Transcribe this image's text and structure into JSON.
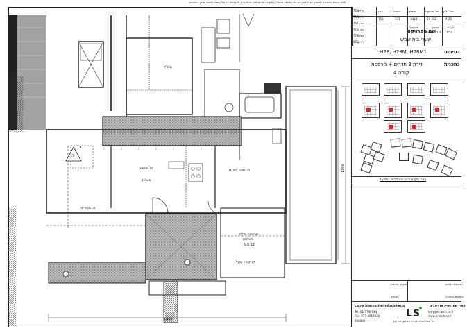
{
  "sheet": {
    "top_note": "לפני הגשת התוכנית לביצוע יש לבדוק את כל המידות באתר; במקרה של סתירה יש להודיע לאדריכל — חל איסור למדוד מתוך השרטוט"
  },
  "plan_labels": {
    "room_top": "ממ\"ד",
    "room_main": "ח. מגורים",
    "kitchen": "קו' מטבח",
    "kitchen2": "מטבח",
    "bedroom": "ח. שינה הורים",
    "balcony_label": "מרפסת מילוי",
    "balcony_sub": "בטיחות",
    "balcony_val": "5.0.12",
    "rail": "קו קירוי מעל",
    "dim_bottom": "1096",
    "dim_right": "1000",
    "marker_num": "15"
  },
  "title_block": {
    "header_cols": [
      "מס' גליון",
      "מס' פרויקט",
      "נספח",
      "תוכנית",
      "בניין"
    ],
    "header_vals": [
      "M-25",
      "04-282",
      "34281",
      "131",
      "753"
    ],
    "scale_label": "קנ\"מ",
    "scale_val": "1:50",
    "date_label": "תאריך",
    "date_val": "23/07/2020",
    "rev_label": "מהדורה",
    "rev_val": "5",
    "rows": [
      {
        "name": "פ'ייק",
        "code": "753"
      },
      {
        "name": "א'-ת'",
        "code": "756"
      },
      {
        "name": "ניכון",
        "code": "757"
      },
      {
        "name": "אב",
        "code": "773"
      },
      {
        "name": "אלול",
        "code": "774"
      },
      {
        "name": "ד'ייק",
        "code": "803"
      }
    ],
    "project_label": "שם הפרויקט",
    "project_name": "שערי בית שמש",
    "type_label": "טיפוס:",
    "type_val": "H28, H28M, H28M1",
    "plan_label": "תכנית:",
    "plan_val": "דירת 3 חדרים + מרפסת",
    "floor_val": "קומה 4",
    "note_link": "ראה מקרא והערות כלליות בגליון 1",
    "sign_date": "תאריך חתימה:",
    "sign_date2": "תאריך:",
    "sign_owner": "חתימת הרוכש:",
    "sign_company": "חתימת החברה:",
    "firm_en": "Larry Sternschein-Architects",
    "firm_he": "לארי שטרנשיין אדריכלים",
    "tel": "Tel. 02-5792044",
    "fax": "Fax. 077-4012022",
    "email": "larry@ls-arch.co.il",
    "web": "www.ls-arch.co.il",
    "addr": "רח' המלאכה, קריית המדע, מודיעין",
    "code": "908000"
  }
}
